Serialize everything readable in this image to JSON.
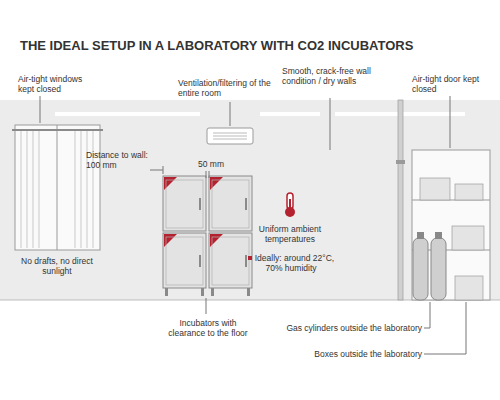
{
  "diagram": {
    "title": "THE IDEAL SETUP IN A LABORATORY WITH CO2 INCUBATORS",
    "labels": [
      "Air-tight windows kept closed",
      "Ventilation/filtering of the entire room",
      "Smooth, crack-free wall condition / dry walls",
      "Air-tight door kept closed",
      "Distance to wall: 100 mm",
      "50 mm",
      "No drafts, no direct sunlight",
      "Uniform ambient temperatures",
      "Ideally: around 22°C, 70% humidity",
      "Incubators with clearance to the floor",
      "Gas cylinders outside the laboratory",
      "Boxes outside the laboratory"
    ]
  }
}
